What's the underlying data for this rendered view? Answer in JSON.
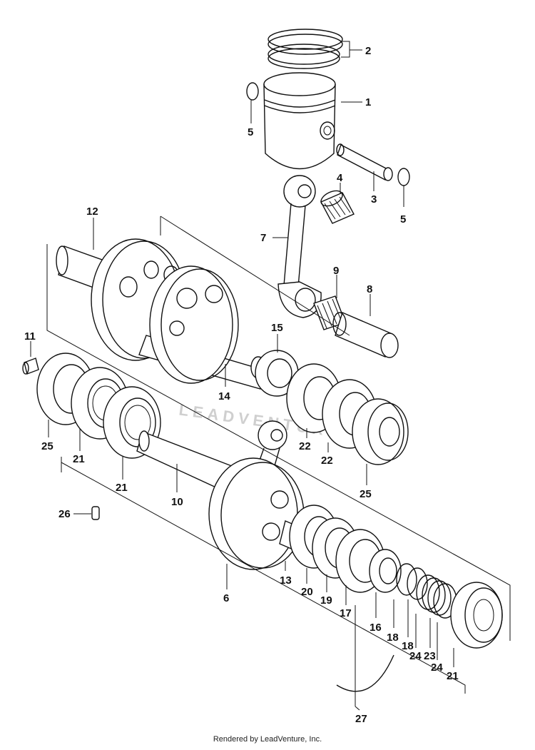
{
  "diagram": {
    "watermark_text": "LEADVENTURE",
    "footer_text": "Rendered by LeadVenture, Inc.",
    "callouts": [
      {
        "id": "1",
        "label": "1"
      },
      {
        "id": "2",
        "label": "2"
      },
      {
        "id": "3",
        "label": "3"
      },
      {
        "id": "4",
        "label": "4"
      },
      {
        "id": "5a",
        "label": "5"
      },
      {
        "id": "5b",
        "label": "5"
      },
      {
        "id": "6",
        "label": "6"
      },
      {
        "id": "7",
        "label": "7"
      },
      {
        "id": "8",
        "label": "8"
      },
      {
        "id": "9",
        "label": "9"
      },
      {
        "id": "10",
        "label": "10"
      },
      {
        "id": "11",
        "label": "11"
      },
      {
        "id": "12",
        "label": "12"
      },
      {
        "id": "13",
        "label": "13"
      },
      {
        "id": "14",
        "label": "14"
      },
      {
        "id": "15",
        "label": "15"
      },
      {
        "id": "16",
        "label": "16"
      },
      {
        "id": "17",
        "label": "17"
      },
      {
        "id": "18a",
        "label": "18"
      },
      {
        "id": "18b",
        "label": "18"
      },
      {
        "id": "19",
        "label": "19"
      },
      {
        "id": "20",
        "label": "20"
      },
      {
        "id": "21a",
        "label": "21"
      },
      {
        "id": "21b",
        "label": "21"
      },
      {
        "id": "21c",
        "label": "21"
      },
      {
        "id": "22a",
        "label": "22"
      },
      {
        "id": "22b",
        "label": "22"
      },
      {
        "id": "23",
        "label": "23"
      },
      {
        "id": "24a",
        "label": "24"
      },
      {
        "id": "24b",
        "label": "24"
      },
      {
        "id": "25a",
        "label": "25"
      },
      {
        "id": "25b",
        "label": "25"
      },
      {
        "id": "26",
        "label": "26"
      },
      {
        "id": "27",
        "label": "27"
      }
    ]
  }
}
